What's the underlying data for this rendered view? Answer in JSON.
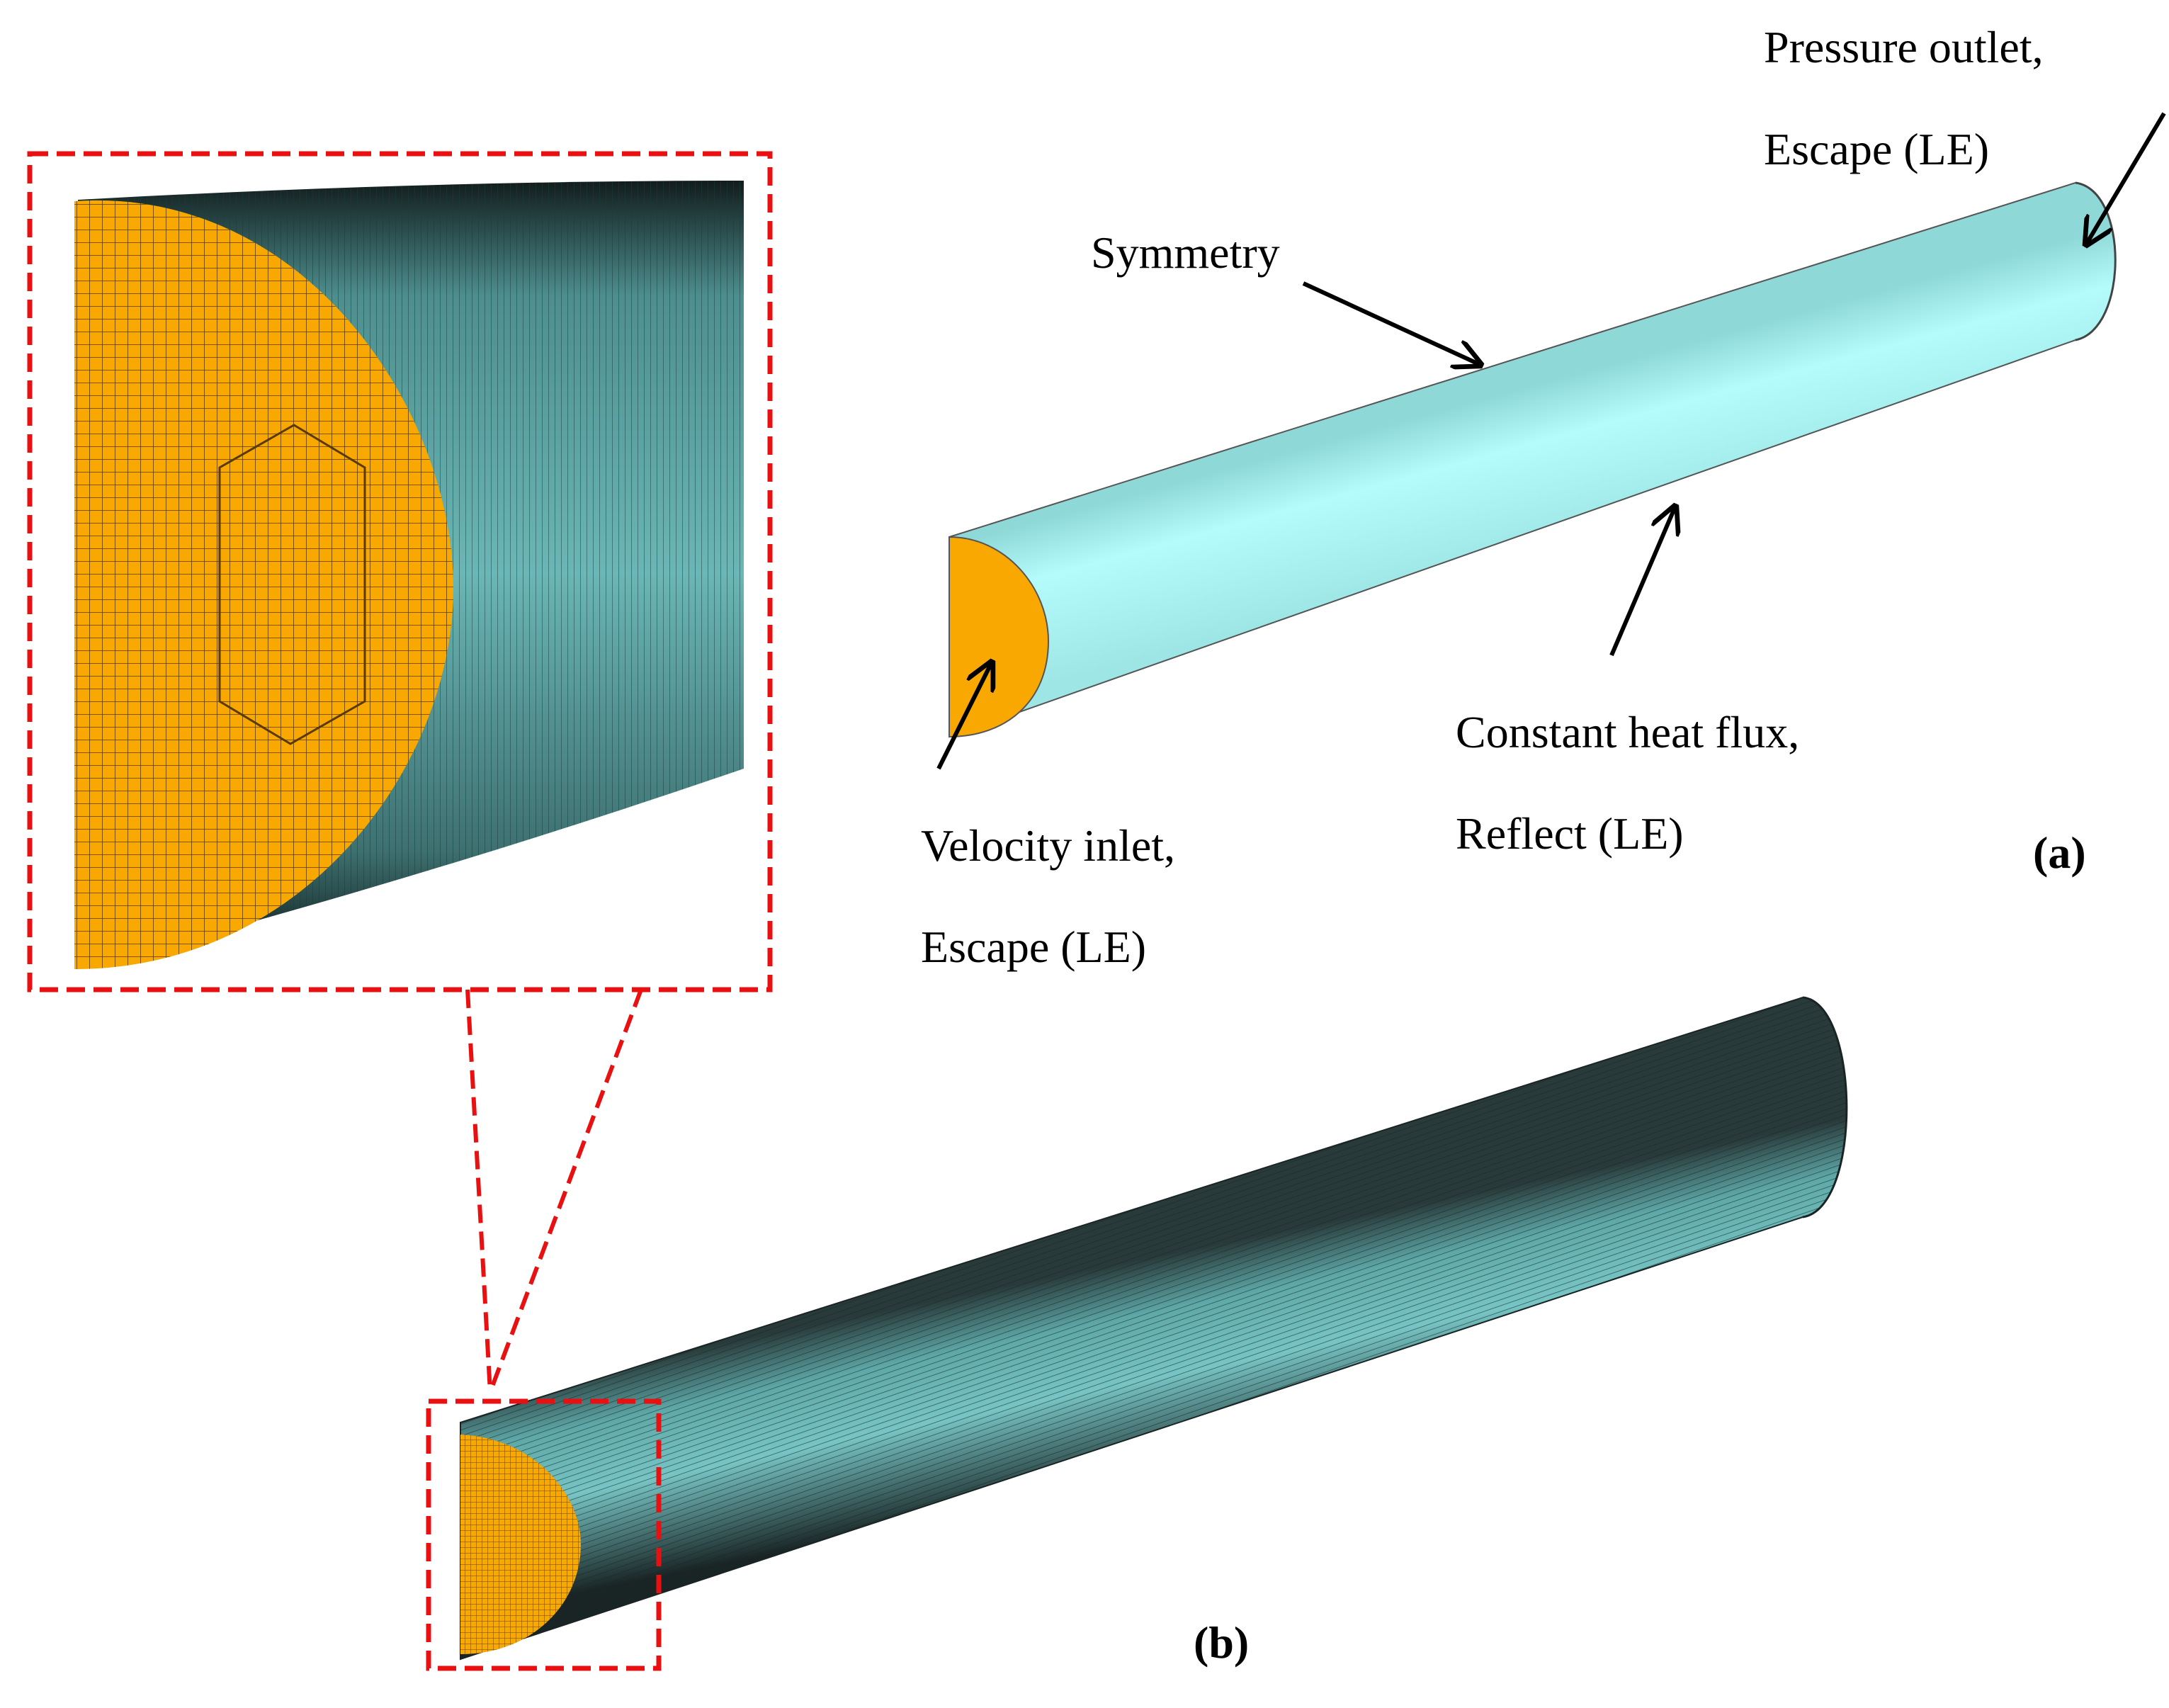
{
  "labels": {
    "pressure_outlet": "Pressure outlet,",
    "pressure_outlet_le": "Escape (LE)",
    "symmetry": "Symmetry",
    "velocity_inlet": "Velocity inlet,",
    "velocity_inlet_le": "Escape (LE)",
    "heat_flux": "Constant heat flux,",
    "heat_flux_le": "Reflect (LE)",
    "panel_a": "(a)",
    "panel_b": "(b)"
  },
  "colors": {
    "inlet_face": "#F8A800",
    "pipe_surface": "#AFFAFA",
    "mesh_surface": "#6FB8B8",
    "zoom_box": "#E81010"
  }
}
